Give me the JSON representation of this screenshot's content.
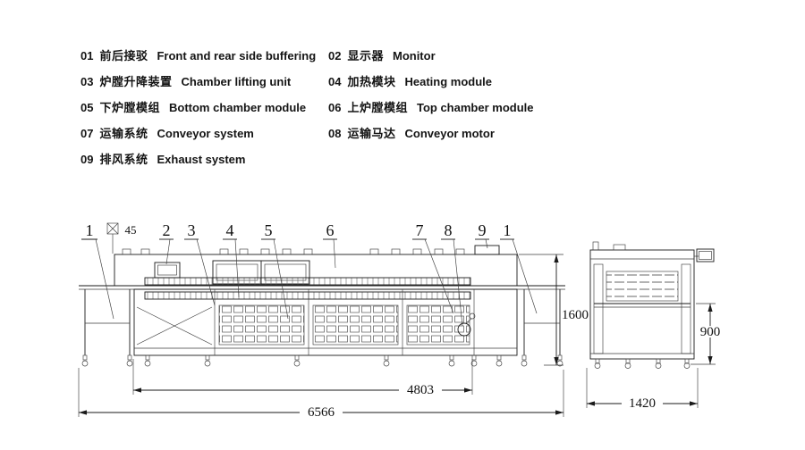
{
  "legend": {
    "items": [
      {
        "num": "01",
        "zh": "前后接驳",
        "en": "Front and rear side buffering"
      },
      {
        "num": "02",
        "zh": "显示器",
        "en": "Monitor"
      },
      {
        "num": "03",
        "zh": "炉膛升降装置",
        "en": "Chamber lifting unit"
      },
      {
        "num": "04",
        "zh": "加热模块",
        "en": "Heating module"
      },
      {
        "num": "05",
        "zh": "下炉膛模组",
        "en": "Bottom chamber module"
      },
      {
        "num": "06",
        "zh": "上炉膛模组",
        "en": "Top chamber module"
      },
      {
        "num": "07",
        "zh": "运输系统",
        "en": "Conveyor system"
      },
      {
        "num": "08",
        "zh": "运输马达",
        "en": "Conveyor motor"
      },
      {
        "num": "09",
        "zh": "排风系统",
        "en": "Exhaust system"
      }
    ]
  },
  "drawing": {
    "callouts": [
      "1",
      "45",
      "2",
      "3",
      "4",
      "5",
      "6",
      "7",
      "8",
      "9",
      "1"
    ],
    "dimensions": {
      "side_height": "1600",
      "chamber_length": "4803",
      "total_length": "6566",
      "end_height": "900",
      "end_width": "1420"
    }
  }
}
